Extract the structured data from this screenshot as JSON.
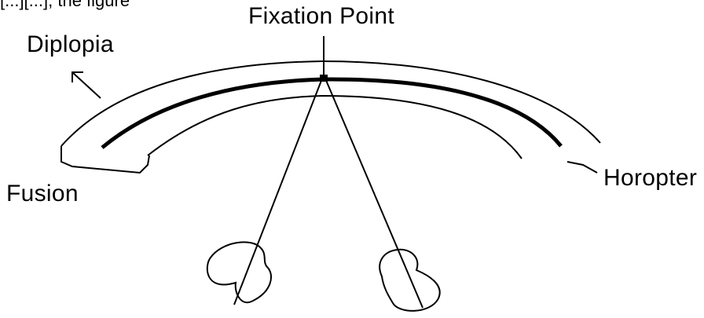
{
  "labels": {
    "top_cutoff": "[...][...], the figure",
    "fixation_point": "Fixation Point",
    "diplopia": "Diplopia",
    "fusion": "Fusion",
    "horopter": "Horopter"
  },
  "colors": {
    "ink": "#000000",
    "background": "#ffffff"
  }
}
